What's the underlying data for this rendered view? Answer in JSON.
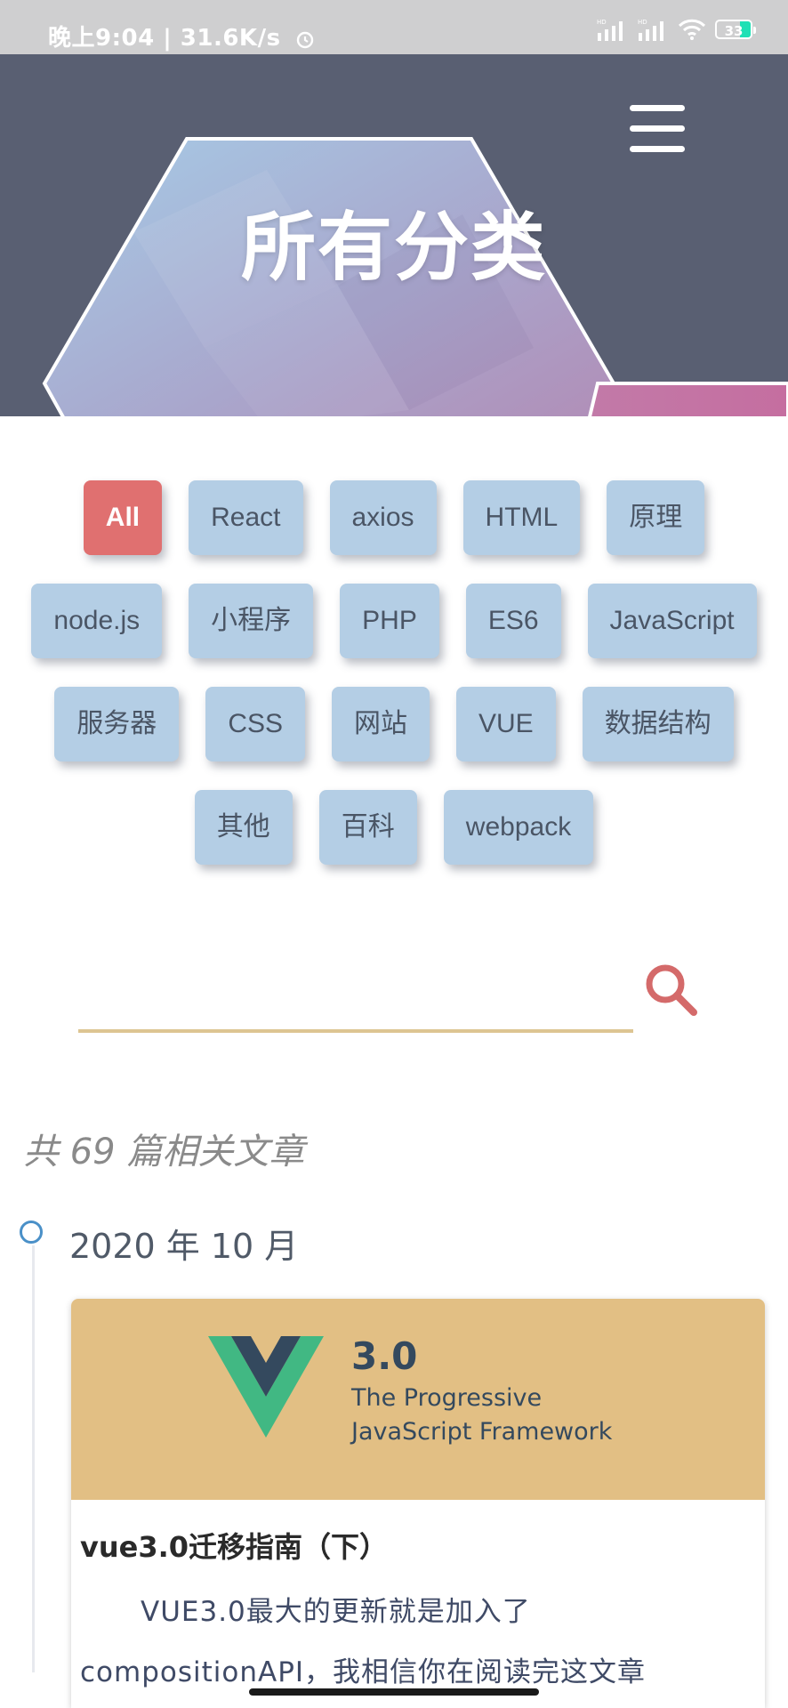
{
  "status_bar": {
    "time_speed": "晚上9:04 | 31.6K/s",
    "battery": "33",
    "icons": [
      "alarm-icon",
      "signal-hd-icon",
      "signal-hd-icon",
      "wifi-icon",
      "battery-icon"
    ]
  },
  "banner": {
    "title": "所有分类",
    "menu_icon": "hamburger-menu-icon"
  },
  "tags": {
    "rows": [
      [
        "All",
        "React",
        "axios",
        "HTML",
        "原理"
      ],
      [
        "node.js",
        "小程序",
        "PHP",
        "ES6",
        "JavaScript"
      ],
      [
        "服务器",
        "CSS",
        "网站",
        "VUE",
        "数据结构"
      ],
      [
        "其他",
        "百科",
        "webpack"
      ]
    ],
    "active": "All",
    "colors": {
      "active": "#e07070",
      "inactive": "#b4cee5"
    }
  },
  "search": {
    "value": "",
    "placeholder": "",
    "icon": "search-icon",
    "underline_color": "#ddc592"
  },
  "results": {
    "count_text": "共 69 篇相关文章"
  },
  "timeline": {
    "month": "2020 年 10 月",
    "posts": [
      {
        "cover": {
          "version": "3.0",
          "line1": "The Progressive",
          "line2": "JavaScript Framework"
        },
        "title": "vue3.0迁移指南（下）",
        "excerpt": "VUE3.0最大的更新就是加入了compositionAPI，我相信你在阅读完这文章"
      }
    ]
  }
}
